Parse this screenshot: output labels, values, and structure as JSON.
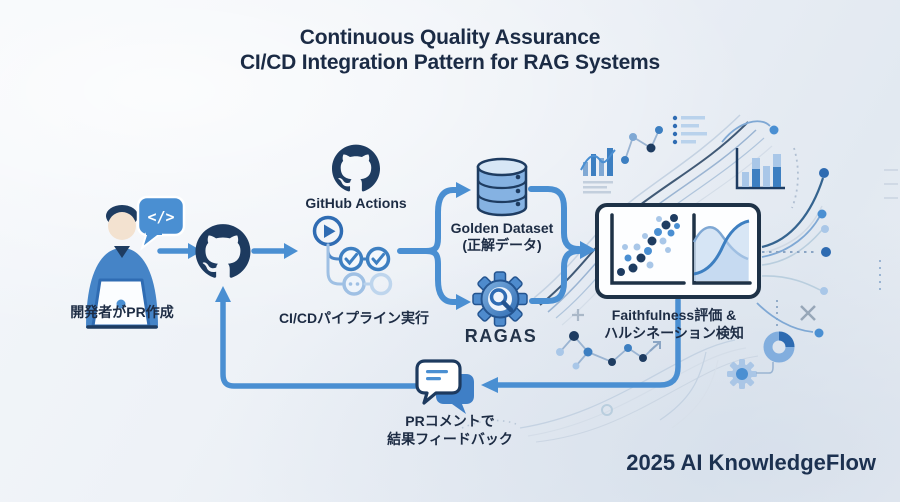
{
  "title": {
    "line1": "Continuous Quality Assurance",
    "line2": "CI/CD Integration Pattern for RAG Systems"
  },
  "footer": {
    "credit": "2025 AI KnowledgeFlow"
  },
  "nodes": {
    "developer": {
      "label": "開発者がPR作成",
      "bubble_code": "</>"
    },
    "github_actions": {
      "title": "GitHub Actions",
      "label": "CI/CDパイプライン実行"
    },
    "golden_dataset": {
      "label_en": "Golden Dataset",
      "label_ja": "(正解データ)"
    },
    "ragas": {
      "label": "RAGAS"
    },
    "evaluation": {
      "label_line1": "Faithfulness評価 &",
      "label_line2": "ハルシネーション検知"
    },
    "feedback": {
      "label_line1": "PRコメントで",
      "label_line2": "結果フィードバック"
    }
  },
  "icons": [
    "developer-laptop-icon",
    "code-bubble-icon",
    "github-octocat-icon",
    "github-actions-octocat-icon",
    "pipeline-workflow-icon",
    "database-icon",
    "gear-magnifier-icon",
    "scatter-area-charts-icon",
    "chat-bubbles-icon",
    "bar-chart-deco-icon",
    "donut-chart-deco-icon",
    "gear-deco-icon"
  ],
  "colors": {
    "arrow_blue": "#4a8fd2",
    "dark_navy": "#1d3a5f",
    "mid_blue": "#3d7fc1",
    "light_blue": "#a9c7e8",
    "text_navy": "#1d2c44",
    "background": "#edf1f7"
  }
}
